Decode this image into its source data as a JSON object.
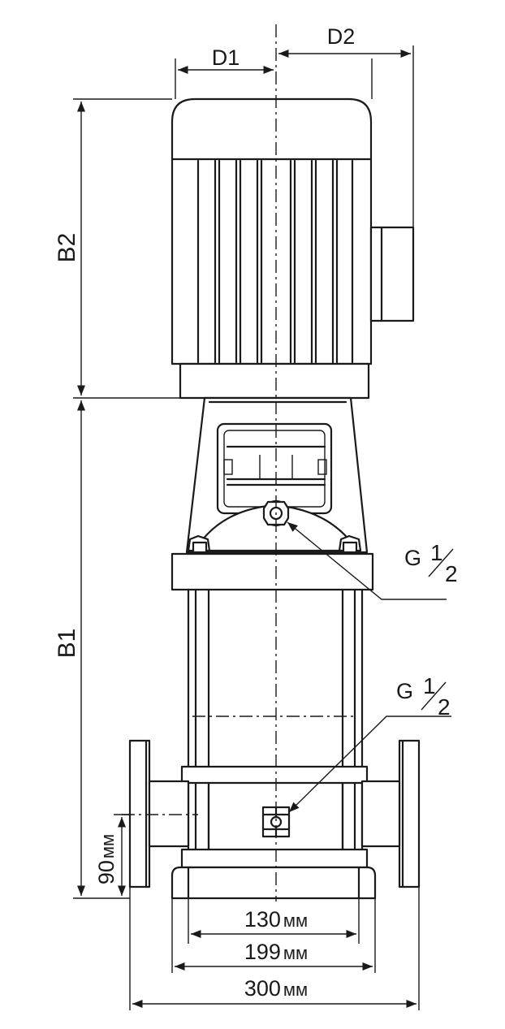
{
  "dimensions": {
    "d1": "D1",
    "d2": "D2",
    "b1": "B1",
    "b2": "B2",
    "height_base_value": "90",
    "height_base_unit": "мм",
    "width_1_value": "130",
    "width_1_unit": "мм",
    "width_2_value": "199",
    "width_2_unit": "мм",
    "width_3_value": "300",
    "width_3_unit": "мм"
  },
  "connections": {
    "upper_port": {
      "letter": "G",
      "num": "1",
      "den": "2"
    },
    "lower_port": {
      "letter": "G",
      "num": "1",
      "den": "2"
    }
  }
}
